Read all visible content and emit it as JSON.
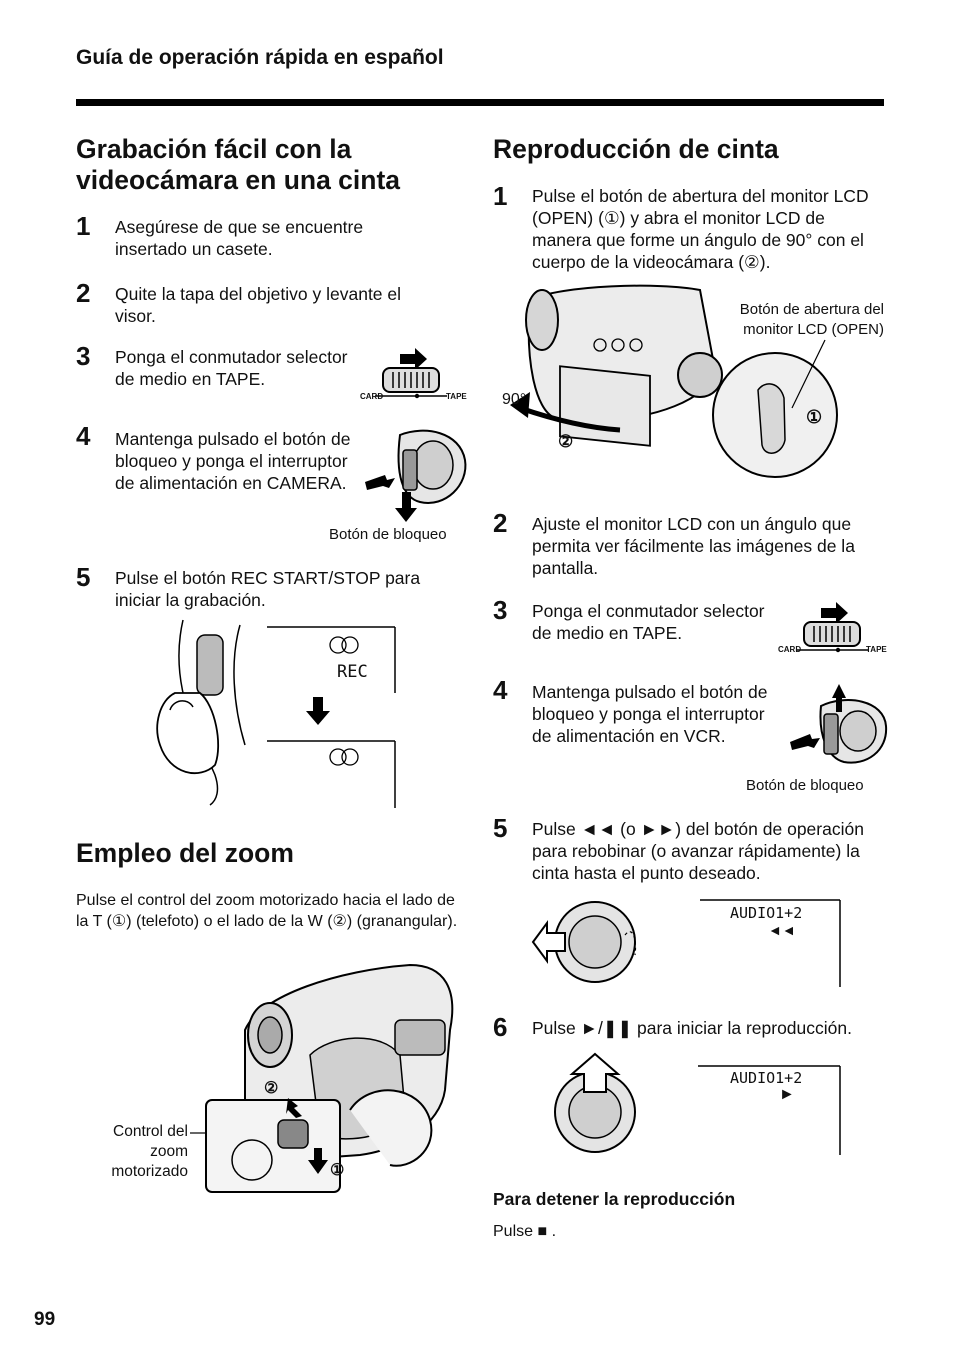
{
  "header": "Guía de operación rápida en español",
  "left": {
    "title": "Grabación fácil con la videocámara en una cinta",
    "steps": [
      {
        "num": "1",
        "text": "Asegúrese de que se encuentre insertado un casete."
      },
      {
        "num": "2",
        "text": "Quite la tapa del objetivo y levante el visor."
      },
      {
        "num": "3",
        "text": "Ponga el conmutador selector de medio en TAPE."
      },
      {
        "num": "4",
        "text": "Mantenga pulsado el botón de bloqueo y ponga el interruptor de alimentación en CAMERA."
      },
      {
        "num": "5",
        "text": "Pulse el botón REC START/STOP para iniciar la grabación."
      }
    ],
    "lock_caption": "Botón de bloqueo",
    "switch_left": "CARD",
    "switch_right": "TAPE",
    "rec_label": "REC",
    "zoom": {
      "title": "Empleo del zoom",
      "text": "Pulse el control del zoom motorizado hacia el lado de la T (①) (telefoto) o el lado de la W (②) (granangular).",
      "caption": "Control del zoom motorizado",
      "marker1": "①",
      "marker2": "②"
    }
  },
  "right": {
    "title": "Reproducción de cinta",
    "steps": [
      {
        "num": "1",
        "text": "Pulse el botón de abertura del monitor LCD (OPEN) (①) y abra el monitor LCD de manera que forme un ángulo de 90° con el cuerpo de la videocámara (②)."
      },
      {
        "num": "2",
        "text": "Ajuste el monitor LCD con un ángulo que permita ver fácilmente las imágenes de la pantalla."
      },
      {
        "num": "3",
        "text": "Ponga el conmutador selector de medio en TAPE."
      },
      {
        "num": "4",
        "text": "Mantenga pulsado el botón de bloqueo y ponga el interruptor de alimentación en VCR."
      },
      {
        "num": "5",
        "text": "Pulse ◄◄ (o ►►) del botón de operación para rebobinar (o avanzar rápidamente) la cinta hasta el punto deseado."
      },
      {
        "num": "6",
        "text": "Pulse ►/❚❚ para iniciar la reproducción."
      }
    ],
    "open_caption": "Botón de abertura del monitor LCD (OPEN)",
    "angle": "90°",
    "marker1": "①",
    "marker2": "②",
    "lock_caption": "Botón de bloqueo",
    "audio_label": "AUDIO1+2",
    "rew_symbol": "◄◄",
    "play_symbol": "►",
    "stop_heading": "Para detener la reproducción",
    "stop_text": "Pulse ■ ."
  },
  "page_number": "99"
}
